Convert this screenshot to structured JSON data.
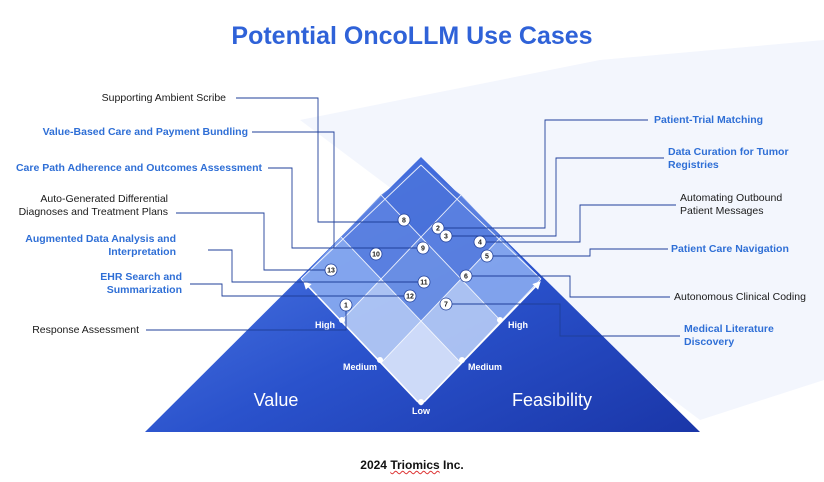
{
  "title": "Potential OncoLLM Use Cases",
  "footer": {
    "year": "2024",
    "company": "Triomics",
    "suffix": "Inc."
  },
  "axes": {
    "left_word": "Value",
    "right_word": "Feasibility"
  },
  "levels": {
    "high": "High",
    "medium": "Medium",
    "low": "Low"
  },
  "colors": {
    "accent": "#2f6fd6",
    "pyramid_dark": "#1d3fb8",
    "pyramid_light": "#8fb0f2"
  },
  "left_labels": [
    {
      "text": "Supporting Ambient Scribe",
      "style": "black"
    },
    {
      "text": "Value-Based Care and Payment Bundling",
      "style": "blue"
    },
    {
      "text": "Care Path Adherence and Outcomes Assessment",
      "style": "blue"
    },
    {
      "text": "Auto-Generated Differential\nDiagnoses and Treatment Plans",
      "style": "black"
    },
    {
      "text": "Augmented Data Analysis and\nInterpretation",
      "style": "blue"
    },
    {
      "text": "EHR Search and\nSummarization",
      "style": "blue"
    },
    {
      "text": "Response Assessment",
      "style": "black"
    }
  ],
  "right_labels": [
    {
      "text": "Patient-Trial Matching",
      "style": "blue"
    },
    {
      "text": "Data Curation for Tumor\nRegistries",
      "style": "blue"
    },
    {
      "text": "Automating Outbound\nPatient Messages",
      "style": "black"
    },
    {
      "text": "Patient Care Navigation",
      "style": "blue"
    },
    {
      "text": "Autonomous Clinical Coding",
      "style": "black"
    },
    {
      "text": "Medical Literature\nDiscovery",
      "style": "blue"
    }
  ],
  "markers": [
    "1",
    "2",
    "3",
    "4",
    "5",
    "6",
    "7",
    "8",
    "9",
    "10",
    "11",
    "12",
    "13"
  ]
}
